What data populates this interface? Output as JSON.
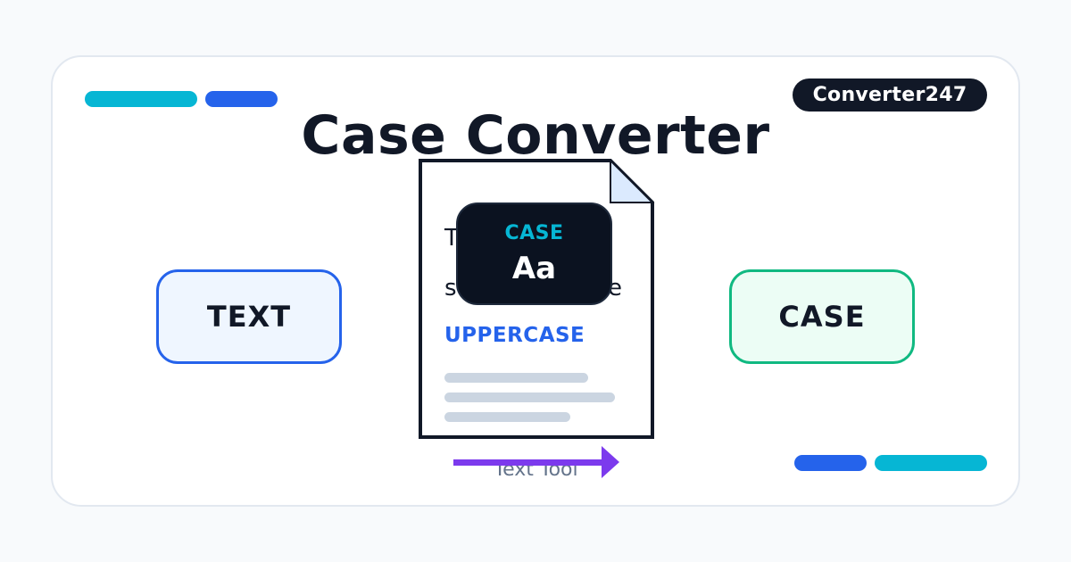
{
  "brand": {
    "label": "Converter247"
  },
  "header": {
    "title": "Case Converter"
  },
  "input_box": {
    "label": "TEXT"
  },
  "output_box": {
    "label": "CASE"
  },
  "document": {
    "partial_line_1_left": "T",
    "partial_line_2_left": "s",
    "partial_line_2_right": "e",
    "uppercase_label": "UPPERCASE"
  },
  "badge": {
    "top": "CASE",
    "main": "Aa"
  },
  "footer": {
    "tool_label": "Text Tool"
  },
  "colors": {
    "background": "#f8fafc",
    "card": "#ffffff",
    "card_border": "#e2e8f0",
    "dark": "#111827",
    "blue": "#2563eb",
    "cyan": "#06b6d4",
    "green": "#10b981",
    "purple": "#7c3aed",
    "muted_line": "#cbd5e1",
    "muted_text": "#64748b"
  }
}
